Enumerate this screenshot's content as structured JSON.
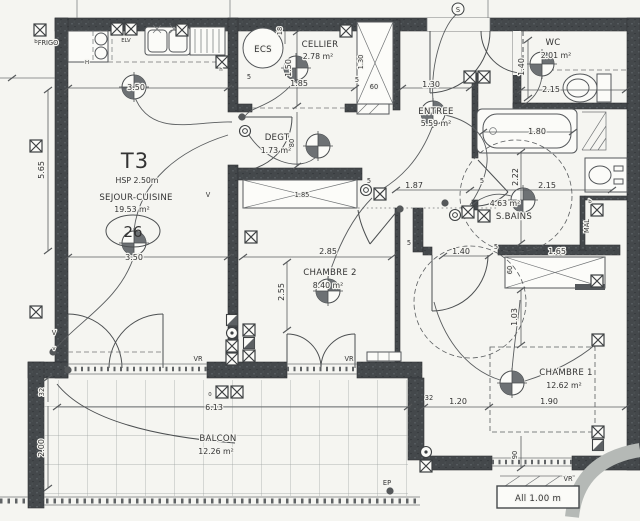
{
  "colors": {
    "paper": "#f5f5f1",
    "wall": "#43474a",
    "line": "#4c4f51",
    "scan_band": "#b5b9b6"
  },
  "title": {
    "plan_type": "T3",
    "ceiling": "HSP 2.50m",
    "unit_number": "26"
  },
  "rooms": {
    "sejour": {
      "name": "SEJOUR-CUISINE",
      "area": "19.53 m²"
    },
    "cellier": {
      "name": "CELLIER",
      "area": "2.78 m²"
    },
    "degt": {
      "name": "DEGT.",
      "area": "1.73 m²"
    },
    "entree": {
      "name": "ENTREE",
      "area": "5.59 m²"
    },
    "wc": {
      "name": "WC",
      "area": "2.01 m²"
    },
    "sbains": {
      "name": "S.BAINS",
      "area": "4.63 m²"
    },
    "chambre2": {
      "name": "CHAMBRE 2",
      "area": "8.40 m²"
    },
    "chambre1": {
      "name": "CHAMBRE 1",
      "area": "12.62 m²"
    },
    "balcon": {
      "name": "BALCON",
      "area": "12.26 m²"
    }
  },
  "labels": {
    "frigo": "FRIGO",
    "ecs": "ECS",
    "mal": "MAL",
    "ep": "EP",
    "vr": "VR",
    "v_cap": "V",
    "v_low": "v",
    "h_cap": "H",
    "h_low": "h",
    "elv": "ELV",
    "s_switch": "S",
    "o_mark": "0",
    "b_mark": "b",
    "scale_note": "All 1.00 m"
  },
  "dims": {
    "d350": "3.50",
    "d565": "5.65",
    "d185": "1.85",
    "d150": "1.50",
    "d18": "18",
    "d80": "80",
    "d130": "1.30",
    "d140": "1.40",
    "d215": "2.15",
    "d180": "1.80",
    "d187": "1.87",
    "d165": "1.65",
    "d222": "2.22",
    "d285": "2.85",
    "d255": "2.55",
    "d103": "1.03",
    "d120": "1.20",
    "d190": "1.90",
    "d613": "6.13",
    "d200": "2.00",
    "d90": "90",
    "d60": "60",
    "d32": "32",
    "d5": "5"
  }
}
